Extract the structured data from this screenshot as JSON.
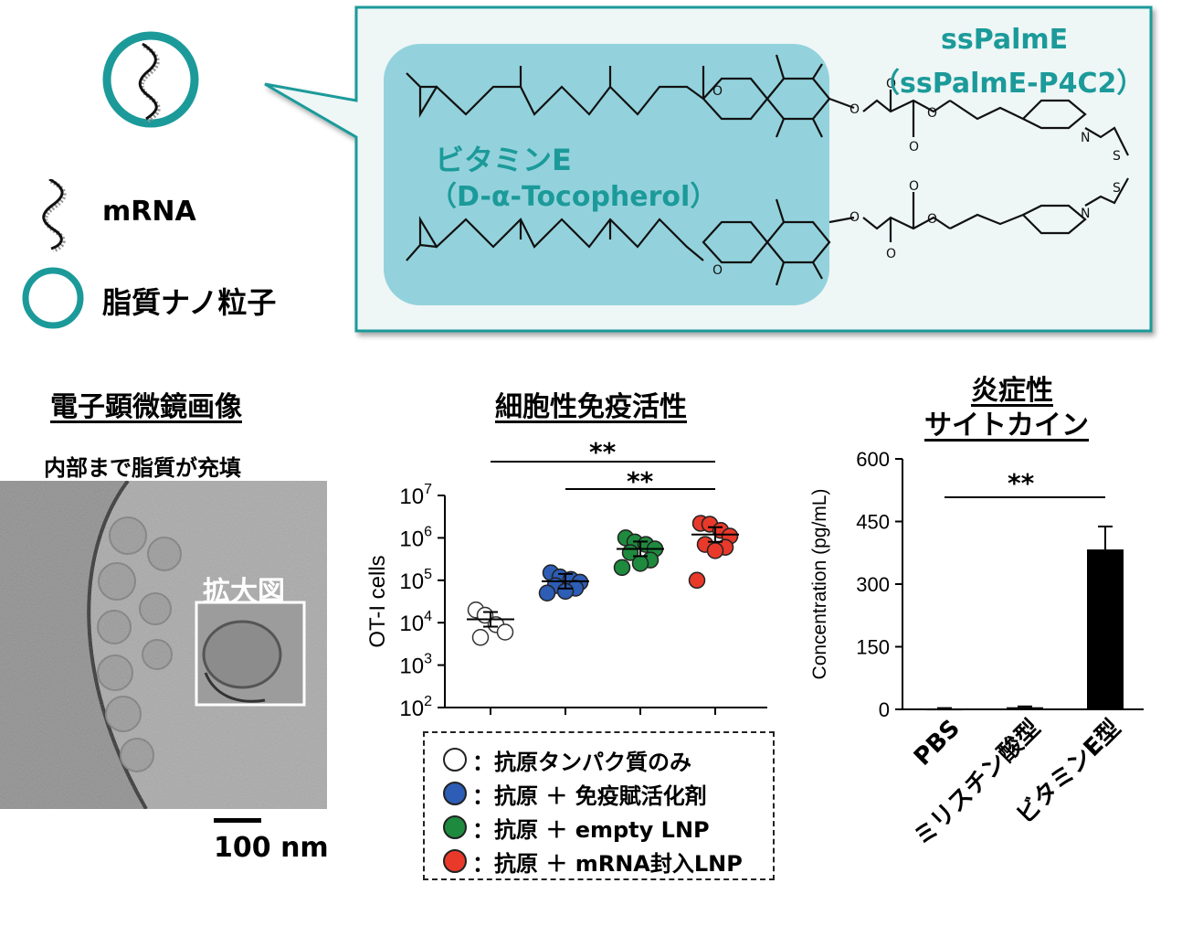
{
  "legend_top": {
    "mrna_label": "mRNA",
    "lnp_label": "脂質ナノ粒子"
  },
  "callout": {
    "compound_name": "ssPalmE",
    "compound_code": "（ssPalmE-P4C2）",
    "vitamin_name": "ビタミンE",
    "vitamin_formula": "（D-α-Tocopherol）",
    "atom_labels": [
      "O",
      "O",
      "O",
      "O",
      "O",
      "O",
      "O",
      "O",
      "O",
      "O",
      "N",
      "N",
      "S",
      "S"
    ],
    "highlight_color": "#93d2dc",
    "border_color": "#1c9a9a",
    "compound_text_color": "#1c9a9a"
  },
  "em_panel": {
    "title": "電子顕微鏡画像",
    "subtitle": "内部まで脂質が充填",
    "inset_label": "拡大図",
    "scale_bar_label": "100 nm"
  },
  "immunity_panel": {
    "title": "細胞性免疫活性",
    "significance": [
      "**",
      "**"
    ]
  },
  "cytokine_panel": {
    "title_line1": "炎症性",
    "title_line2": "サイトカイン",
    "significance": "**"
  },
  "legend_bottom": {
    "items": [
      {
        "label": "：抗原タンパク質のみ",
        "color": "#ffffff"
      },
      {
        "label": "：抗原 ＋ 免疫賦活化剤",
        "color": "#2d5db5"
      },
      {
        "label": "：抗原 ＋ empty LNP",
        "color": "#1e8a3e"
      },
      {
        "label": "：抗原 ＋ mRNA封入LNP",
        "color": "#e8392a"
      }
    ]
  },
  "chart_data": [
    {
      "type": "scatter",
      "ylabel": "OT-I cells",
      "yscale": "log",
      "ylim": [
        100,
        10000000
      ],
      "y_tick_labels": [
        {
          "base": "10",
          "exp": "2"
        },
        {
          "base": "10",
          "exp": "3"
        },
        {
          "base": "10",
          "exp": "4"
        },
        {
          "base": "10",
          "exp": "5"
        },
        {
          "base": "10",
          "exp": "6"
        },
        {
          "base": "10",
          "exp": "7"
        }
      ],
      "series": [
        {
          "color": "#ffffff",
          "values": [
            20000,
            15000,
            9000,
            6000,
            4500
          ],
          "mean": 12000
        },
        {
          "color": "#2d5db5",
          "values": [
            150000,
            120000,
            105000,
            90000,
            75000,
            65000,
            55000,
            50000
          ],
          "mean": 95000
        },
        {
          "color": "#1e8a3e",
          "values": [
            1000000,
            800000,
            700000,
            550000,
            450000,
            300000,
            250000,
            200000
          ],
          "mean": 550000
        },
        {
          "color": "#e8392a",
          "values": [
            2200000,
            2100000,
            1500000,
            1100000,
            700000,
            600000,
            500000,
            100000
          ],
          "mean": 1200000
        }
      ]
    },
    {
      "type": "bar",
      "categories": [
        "PBS",
        "ミリスチン酸型",
        "ビタミンE型"
      ],
      "values": [
        2,
        5,
        383
      ],
      "errors": [
        1,
        2,
        55
      ],
      "ylabel": "Concentration (pg/mL)",
      "ylim": [
        0,
        600
      ],
      "y_ticks": [
        "0",
        "150",
        "300",
        "450",
        "600"
      ],
      "bar_color": "#000000"
    }
  ]
}
